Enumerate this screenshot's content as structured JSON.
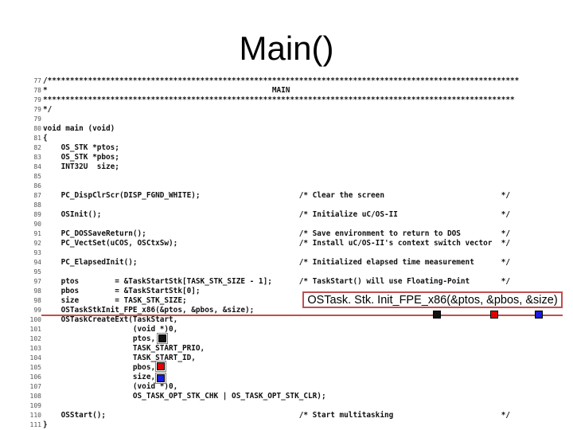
{
  "title": "Main()",
  "colors": {
    "accent_line": "#c0504d",
    "marker_black": "#111111",
    "marker_red": "#e00000",
    "marker_blue": "#1a1ae0"
  },
  "code_lines": [
    {
      "no": "77",
      "text": "/*********************************************************************************************************"
    },
    {
      "no": "78",
      "text": "*                                                  MAIN"
    },
    {
      "no": "79",
      "text": "*********************************************************************************************************"
    },
    {
      "no": "79",
      "text": "*/"
    },
    {
      "no": "79",
      "text": ""
    },
    {
      "no": "80",
      "text": "void main (void)"
    },
    {
      "no": "81",
      "text": "{"
    },
    {
      "no": "82",
      "text": "    OS_STK *ptos;"
    },
    {
      "no": "83",
      "text": "    OS_STK *pbos;"
    },
    {
      "no": "84",
      "text": "    INT32U  size;"
    },
    {
      "no": "85",
      "text": ""
    },
    {
      "no": "86",
      "text": ""
    },
    {
      "no": "87",
      "text": "    PC_DispClrScr(DISP_FGND_WHITE);                      /* Clear the screen                          */"
    },
    {
      "no": "88",
      "text": ""
    },
    {
      "no": "89",
      "text": "    OSInit();                                            /* Initialize uC/OS-II                       */"
    },
    {
      "no": "90",
      "text": ""
    },
    {
      "no": "91",
      "text": "    PC_DOSSaveReturn();                                  /* Save environment to return to DOS         */"
    },
    {
      "no": "92",
      "text": "    PC_VectSet(uCOS, OSCtxSw);                           /* Install uC/OS-II's context switch vector  */"
    },
    {
      "no": "93",
      "text": ""
    },
    {
      "no": "94",
      "text": "    PC_ElapsedInit();                                    /* Initialized elapsed time measurement      */"
    },
    {
      "no": "95",
      "text": ""
    },
    {
      "no": "97",
      "text": "    ptos        = &TaskStartStk[TASK_STK_SIZE - 1];      /* TaskStart() will use Floating-Point       */"
    },
    {
      "no": "98",
      "text": "    pbos        = &TaskStartStk[0];"
    },
    {
      "no": "98",
      "text": "    size        = TASK_STK_SIZE;"
    },
    {
      "no": "99",
      "text": "    OSTaskStkInit_FPE_x86(&ptos, &pbos, &size);"
    },
    {
      "no": "100",
      "text": "    OSTaskCreateExt(TaskStart,"
    },
    {
      "no": "101",
      "text": "                    (void *)0,"
    },
    {
      "no": "102",
      "text": "                    ptos,"
    },
    {
      "no": "103",
      "text": "                    TASK_START_PRIO,"
    },
    {
      "no": "104",
      "text": "                    TASK_START_ID,"
    },
    {
      "no": "105",
      "text": "                    pbos,"
    },
    {
      "no": "106",
      "text": "                    size,"
    },
    {
      "no": "107",
      "text": "                    (void *)0,"
    },
    {
      "no": "108",
      "text": "                    OS_TASK_OPT_STK_CHK | OS_TASK_OPT_STK_CLR);"
    },
    {
      "no": "109",
      "text": ""
    },
    {
      "no": "110",
      "text": "    OSStart();                                           /* Start multitasking                        */"
    },
    {
      "no": "111",
      "text": "}"
    }
  ],
  "callout_text": "OSTask. Stk. Init_FPE_x86(&ptos, &pbos, &size)"
}
